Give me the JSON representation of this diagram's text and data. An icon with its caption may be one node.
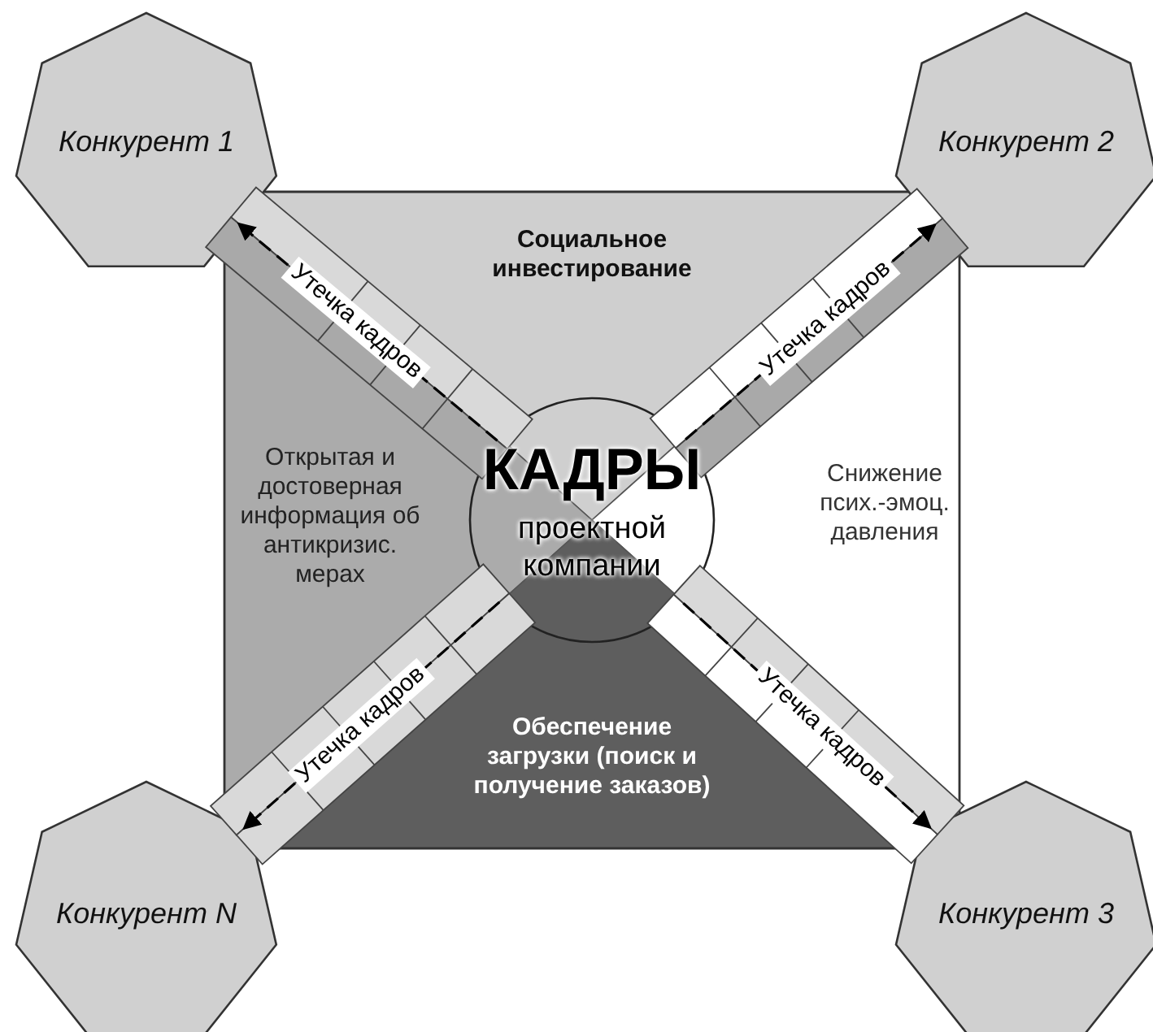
{
  "diagram": {
    "nodes": [
      {
        "text": [
          "Социальное инвестирование",
          "Открытая и достоверная информация об антикризис. мерах",
          "Снижение псих.-эмоц. давления",
          "Обеспечение загрузки (поиск и получение заказов)"
        ]
      },
      {
        "text": [
          "КАДРЫ",
          "проектной компании"
        ],
        "in": 0
      },
      {
        "text": [
          "Конкурент 1"
        ]
      },
      {
        "text": [
          "Конкурент 2"
        ]
      },
      {
        "text": [
          "Конкурент N"
        ]
      },
      {
        "text": [
          "Конкурент 3"
        ]
      }
    ],
    "edges": [
      {
        "from": 1,
        "to": 2,
        "arrow": "to",
        "label": "Утечка кадров",
        "style": "dashed"
      },
      {
        "from": 1,
        "to": 3,
        "arrow": "to",
        "label": "Утечка кадров",
        "style": "dashed"
      },
      {
        "from": 1,
        "to": 4,
        "arrow": "to",
        "label": "Утечка кадров",
        "style": "dashed"
      },
      {
        "from": 1,
        "to": 5,
        "arrow": "to",
        "label": "Утечка кадров",
        "style": "dashed"
      }
    ]
  }
}
